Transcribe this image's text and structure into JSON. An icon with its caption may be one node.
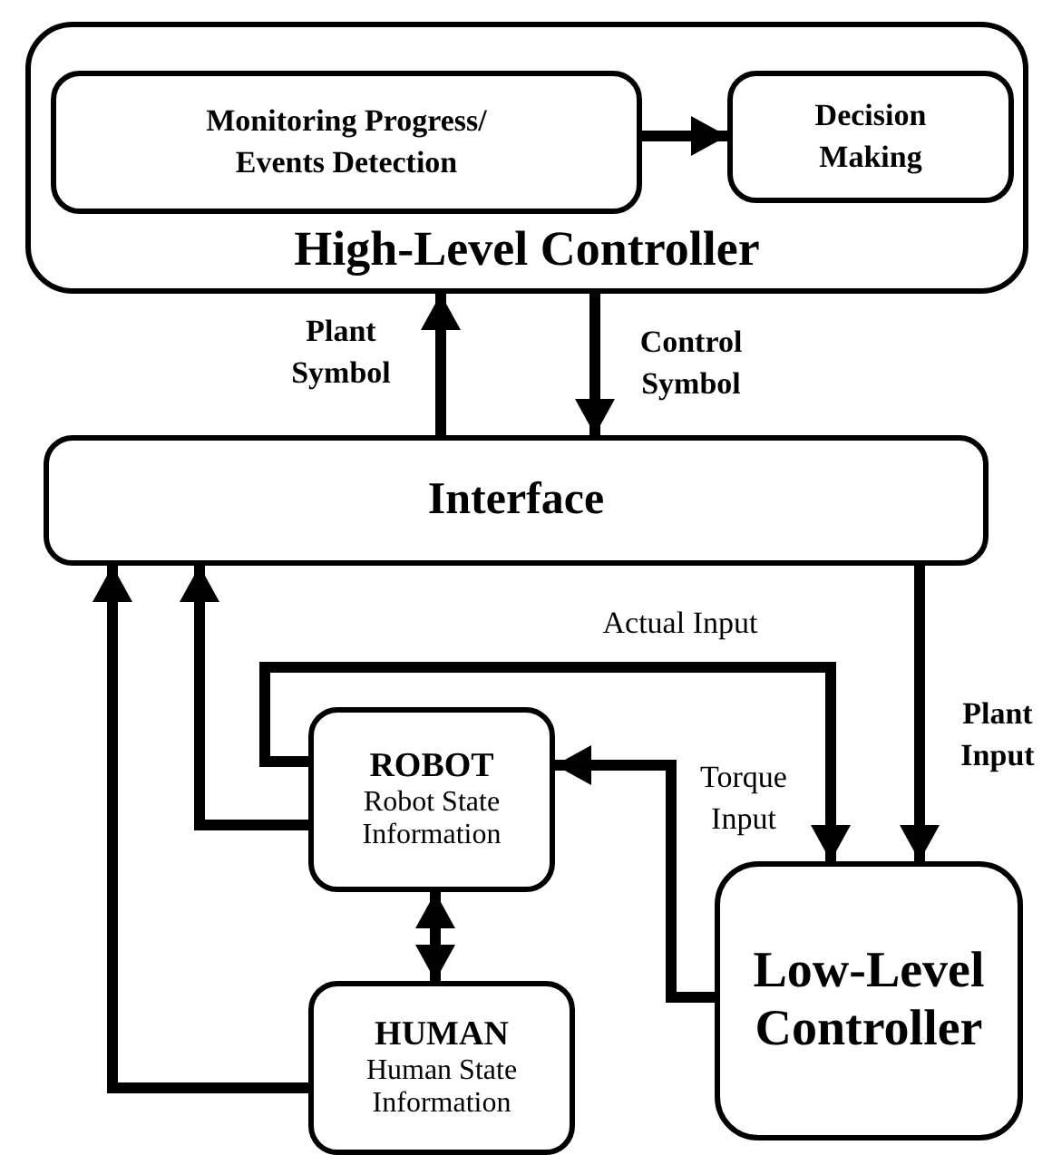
{
  "diagram": {
    "nodes": [
      {
        "text": [
          "High-Level Controller"
        ]
      },
      {
        "text": [
          "Monitoring Progress/ Events Detection"
        ],
        "in": 0
      },
      {
        "text": [
          "Decision Making"
        ],
        "in": 0
      },
      {
        "text": [
          "Interface"
        ]
      },
      {
        "text": [
          "ROBOT",
          "Robot State Information"
        ]
      },
      {
        "text": [
          "HUMAN",
          "Human State Information"
        ]
      },
      {
        "text": [
          "Low-Level Controller"
        ]
      }
    ],
    "edges": [
      {
        "from": 1,
        "to": 2,
        "arrow": "to"
      },
      {
        "from": 3,
        "to": 0,
        "arrow": "to",
        "label": "Plant Symbol"
      },
      {
        "from": 0,
        "to": 3,
        "arrow": "to",
        "label": "Control Symbol"
      },
      {
        "from": 3,
        "to": 6,
        "arrow": "to",
        "label": "Plant Input"
      },
      {
        "from": 4,
        "to": 6,
        "arrow": "to",
        "label": "Actual Input"
      },
      {
        "from": 6,
        "to": 4,
        "arrow": "to",
        "label": "Torque Input"
      },
      {
        "from": 4,
        "to": 3,
        "arrow": "to"
      },
      {
        "from": 5,
        "to": 3,
        "arrow": "to"
      },
      {
        "from": 4,
        "to": 5,
        "arrow": "both"
      }
    ]
  }
}
